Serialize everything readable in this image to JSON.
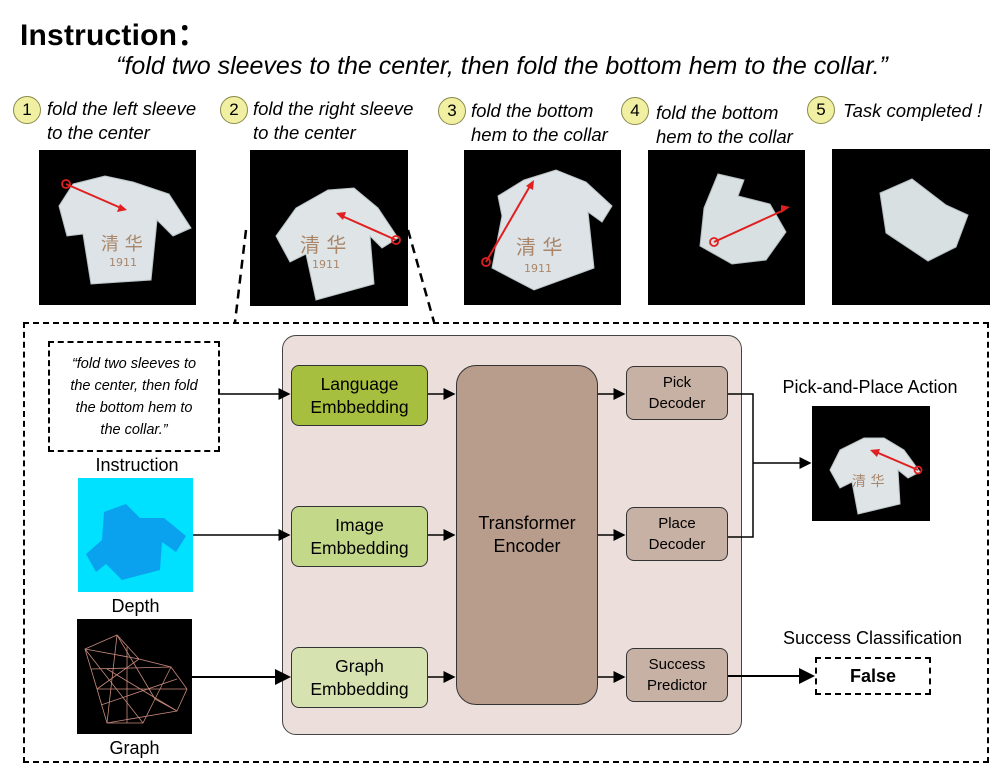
{
  "header": {
    "title": "Instruction：",
    "quote": "“fold two sleeves to the center, then fold the bottom hem to the collar.”"
  },
  "steps": [
    {
      "num": "1",
      "text_line1": "fold the left sleeve",
      "text_line2": "to the center"
    },
    {
      "num": "2",
      "text_line1": "fold the right sleeve",
      "text_line2": "to the center"
    },
    {
      "num": "3",
      "text_line1": "fold the bottom",
      "text_line2": "hem to the collar"
    },
    {
      "num": "4",
      "text_line1": "fold the bottom",
      "text_line2": "hem to the collar"
    },
    {
      "num": "5",
      "text_line1": "Task completed !",
      "text_line2": ""
    }
  ],
  "shirt_print": {
    "line1": "清 华",
    "line2": "1911"
  },
  "pipeline": {
    "instruction_box": {
      "line1": "“fold two sleeves to",
      "line2": "the center, then fold",
      "line3": "the bottom hem to",
      "line4": "the collar.”"
    },
    "instruction_caption": "Instruction",
    "depth_caption": "Depth",
    "graph_caption": "Graph",
    "language_embedding": {
      "line1": "Language",
      "line2": "Embbedding"
    },
    "image_embedding": {
      "line1": "Image",
      "line2": "Embbedding"
    },
    "graph_embedding": {
      "line1": "Graph",
      "line2": "Embbedding"
    },
    "encoder": {
      "line1": "Transformer",
      "line2": "Encoder"
    },
    "pick_decoder": {
      "line1": "Pick",
      "line2": "Decoder"
    },
    "place_decoder": {
      "line1": "Place",
      "line2": "Decoder"
    },
    "success_predictor": {
      "line1": "Success",
      "line2": "Predictor"
    },
    "action_caption": "Pick-and-Place Action",
    "classification_caption": "Success Classification",
    "classification_result": "False"
  },
  "colors": {
    "badge_fill": "#f0efa2",
    "embedding_dark_green": "#a6bf3e",
    "embedding_mid_green": "#c4d88a",
    "embedding_light_green": "#d6e2b0",
    "encoder": "#b99d8c",
    "decoder": "#c7b0a4",
    "panel": "#ecdfdb",
    "arrow_red": "#e02020",
    "depth_bg": "#00e0ff",
    "depth_shirt": "#0aa2ee"
  }
}
